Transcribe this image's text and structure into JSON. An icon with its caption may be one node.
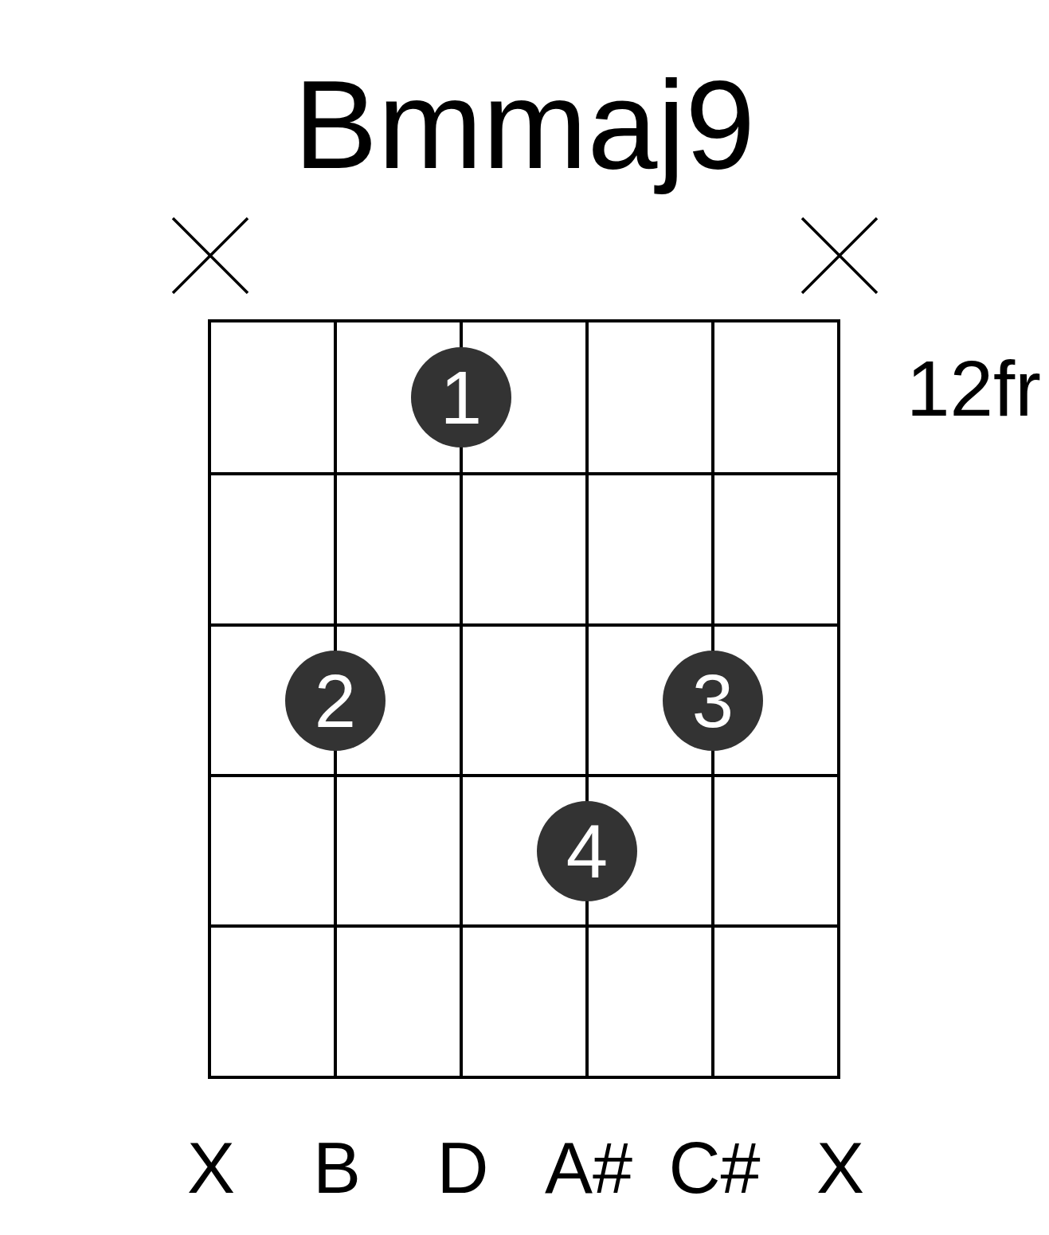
{
  "diagram": {
    "title": "Bmmaj9",
    "nodes": [
      {
        "text": [
          "1"
        ]
      },
      {
        "text": [
          "2"
        ]
      },
      {
        "text": [
          "3"
        ]
      },
      {
        "text": [
          "4"
        ]
      }
    ],
    "labels": [
      "12fr",
      "X",
      "B",
      "D",
      "A#",
      "C#",
      "X"
    ]
  }
}
